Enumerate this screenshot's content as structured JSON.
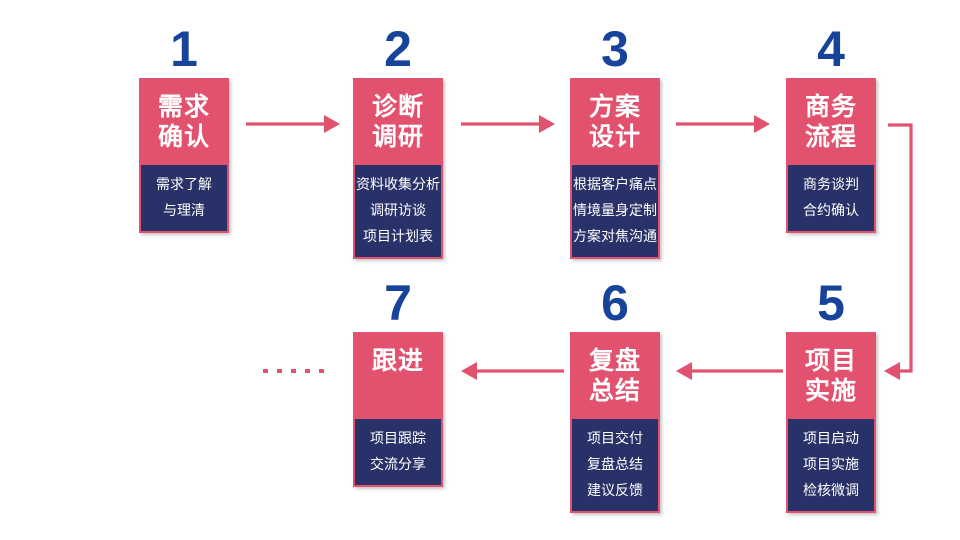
{
  "slide": {
    "background": "#ffffff",
    "colors": {
      "box_red": "#e2516d",
      "box_navy": "#283168",
      "number_blue": "#18439b",
      "arrow_red": "#e2516d",
      "text_white": "#ffffff"
    },
    "steps": [
      {
        "number": "1",
        "title_lines": [
          "需求",
          "确认"
        ],
        "items": [
          "需求了解",
          "与理清"
        ]
      },
      {
        "number": "2",
        "title_lines": [
          "诊断",
          "调研"
        ],
        "items": [
          "资料收集分析",
          "调研访谈",
          "项目计划表"
        ]
      },
      {
        "number": "3",
        "title_lines": [
          "方案",
          "设计"
        ],
        "items": [
          "根据客户痛点",
          "情境量身定制",
          "方案对焦沟通"
        ]
      },
      {
        "number": "4",
        "title_lines": [
          "商务",
          "流程"
        ],
        "items": [
          "商务谈判",
          "合约确认"
        ]
      },
      {
        "number": "5",
        "title_lines": [
          "项目",
          "实施"
        ],
        "items": [
          "项目启动",
          "项目实施",
          "检核微调"
        ]
      },
      {
        "number": "6",
        "title_lines": [
          "复盘",
          "总结"
        ],
        "items": [
          "项目交付",
          "复盘总结",
          "建议反馈"
        ]
      },
      {
        "number": "7",
        "title_lines": [
          "跟进"
        ],
        "items": [
          "项目跟踪",
          "交流分享"
        ]
      }
    ],
    "flow": [
      {
        "from": "1",
        "to": "2",
        "shape": "arrow-right"
      },
      {
        "from": "2",
        "to": "3",
        "shape": "arrow-right"
      },
      {
        "from": "3",
        "to": "4",
        "shape": "arrow-right"
      },
      {
        "from": "4",
        "to": "5",
        "shape": "elbow-down-left"
      },
      {
        "from": "5",
        "to": "6",
        "shape": "arrow-left"
      },
      {
        "from": "6",
        "to": "7",
        "shape": "arrow-left"
      },
      {
        "from": "7",
        "to": "...",
        "shape": "dotted-continuation"
      }
    ]
  }
}
